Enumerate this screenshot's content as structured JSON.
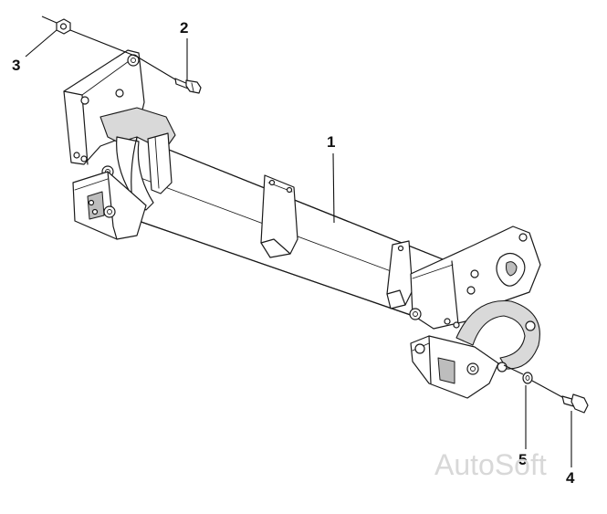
{
  "diagram": {
    "callouts": [
      {
        "id": "part-1",
        "label": "1"
      },
      {
        "id": "part-2",
        "label": "2"
      },
      {
        "id": "part-3",
        "label": "3"
      },
      {
        "id": "part-4",
        "label": "4"
      },
      {
        "id": "part-5",
        "label": "5"
      }
    ],
    "watermark": "AutoSoft"
  },
  "colors": {
    "line": "#1a1a1a",
    "fill_light": "#ffffff",
    "fill_shade": "#d9d9d9",
    "watermark": "#d8d8d8"
  }
}
